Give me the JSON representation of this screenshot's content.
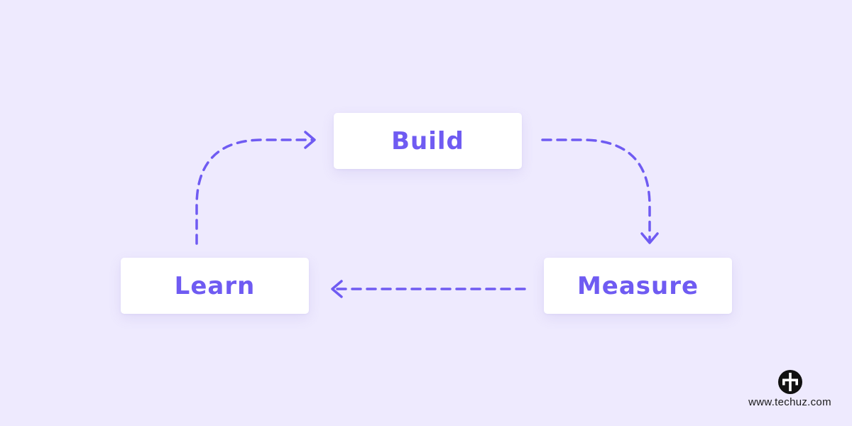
{
  "diagram": {
    "nodes": {
      "build": "Build",
      "measure": "Measure",
      "learn": "Learn"
    },
    "edges": [
      {
        "from": "Learn",
        "to": "Build"
      },
      {
        "from": "Build",
        "to": "Measure"
      },
      {
        "from": "Measure",
        "to": "Learn"
      }
    ]
  },
  "branding": {
    "logo_icon": "techuz-logo-icon",
    "url": "www.techuz.com"
  },
  "colors": {
    "background": "#eeeafe",
    "accent": "#6f5bf2",
    "node_fill": "#ffffff",
    "text_dark": "#1a1a1a"
  }
}
